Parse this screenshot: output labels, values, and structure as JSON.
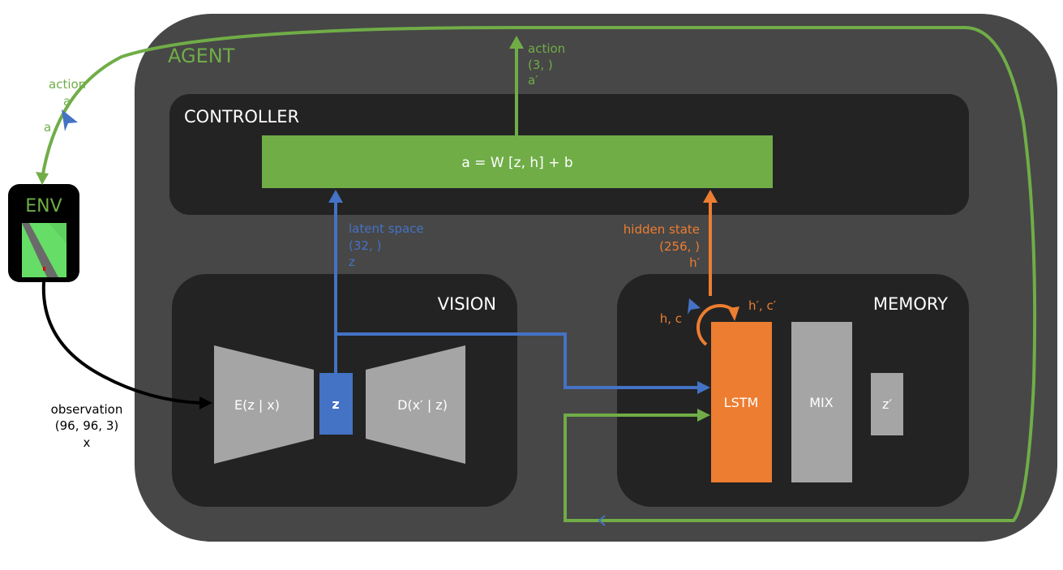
{
  "colors": {
    "green": "#70ad47",
    "blue": "#4472c4",
    "orange": "#ed7d31",
    "agent_bg": "#474747",
    "panel_bg": "#232323",
    "gray_block": "#a5a5a5",
    "white": "#ffffff",
    "black": "#000000"
  },
  "agent": {
    "label": "AGENT"
  },
  "env": {
    "label": "ENV"
  },
  "controller": {
    "label": "CONTROLLER",
    "formula": "a = W [z, h] + b"
  },
  "vision": {
    "label": "VISION",
    "encoder": "E(z | x)",
    "latent": "z",
    "decoder": "D(x′ | z)"
  },
  "memory": {
    "label": "MEMORY",
    "lstm": "LSTM",
    "mix": "MIX",
    "z_prime": "z′",
    "loop_in": "h, c",
    "loop_out": "h′, c′"
  },
  "arrows": {
    "action_top": [
      "action",
      "(3, )",
      "a′"
    ],
    "action_left": [
      "action",
      "a′",
      "a"
    ],
    "latent": [
      "latent space",
      "(32, )",
      "z"
    ],
    "hidden": [
      "hidden state",
      "(256, )",
      "h′"
    ],
    "observation": [
      "observation",
      "(96, 96, 3)",
      "x"
    ]
  }
}
